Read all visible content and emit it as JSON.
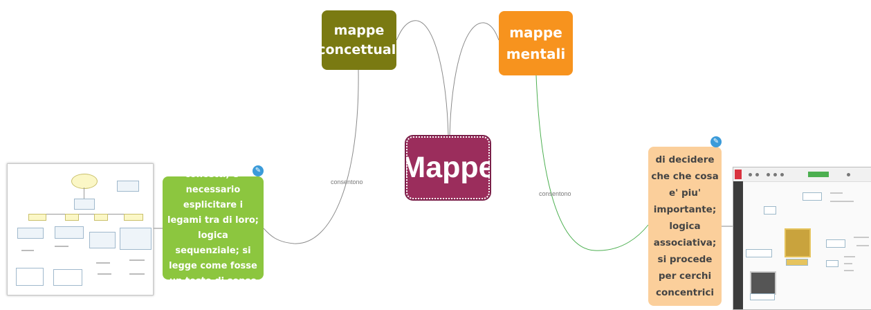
{
  "root": {
    "label": "Mappe",
    "color": "#9b2d5c"
  },
  "branches": {
    "concettuali": {
      "label": "mappe concettuali",
      "color": "#7a7a12",
      "edge_label": "consentono",
      "description": "di esporre concetti; e' necessario  esplicitare i legami tra di loro; logica sequenziale;   si legge come fosse un testo di senso compiuto",
      "description_color": "#8cc63f",
      "thumbnail_icon": "concept-map-thumbnail"
    },
    "mentali": {
      "label": "mappe mentali",
      "color": "#f7931e",
      "edge_label": "consentono",
      "description": "di decidere che che cosa e' piu' importante; logica associativa; si procede  per cerchi concentrici",
      "description_color": "#fbcf9b",
      "thumbnail_icon": "mind-map-thumbnail"
    }
  },
  "icons": {
    "edit": "pencil-icon"
  },
  "link_colors": {
    "default": "#8a8a8a",
    "mentali_description": "#4caf50"
  }
}
